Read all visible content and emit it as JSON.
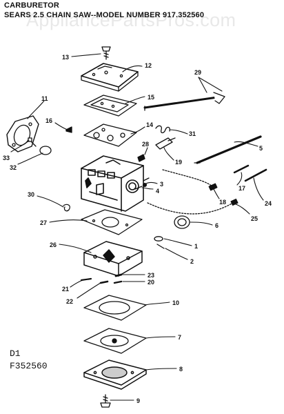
{
  "header": {
    "title": "CARBURETOR",
    "subtitle": "SEARS 2.5 CHAIN SAW--MODEL NUMBER 917.352560"
  },
  "watermark": "AppliancePartsPros.com",
  "footer": {
    "code_1": "D1",
    "code_2": "F352560"
  },
  "callouts": {
    "p13": "13",
    "p12": "12",
    "p29": "29",
    "p11": "11",
    "p15": "15",
    "p16": "16",
    "p14": "14",
    "p31": "31",
    "p28": "28",
    "p5": "5",
    "p19": "19",
    "p33": "33",
    "p32": "32",
    "p3": "3",
    "p4": "4",
    "p17": "17",
    "p30": "30",
    "p18": "18",
    "p24": "24",
    "p25": "25",
    "p27": "27",
    "p6": "6",
    "p1": "1",
    "p26": "26",
    "p2": "2",
    "p23": "23",
    "p21": "21",
    "p20": "20",
    "p22": "22",
    "p10": "10",
    "p7": "7",
    "p8": "8",
    "p9": "9"
  },
  "colors": {
    "ink": "#111111",
    "paper": "#ffffff",
    "watermark": "#8c8c8c"
  }
}
